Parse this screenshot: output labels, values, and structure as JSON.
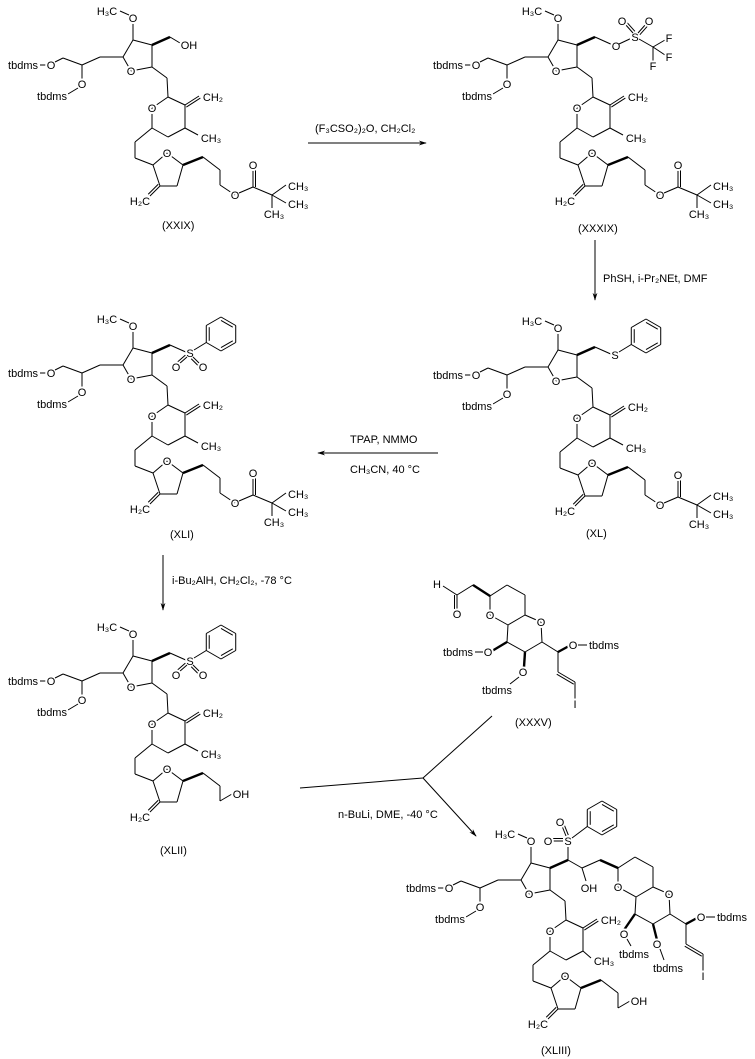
{
  "compounds": {
    "XXIX": "(XXIX)",
    "XXXIX": "(XXXIX)",
    "XL": "(XL)",
    "XLI": "(XLI)",
    "XLII": "(XLII)",
    "XXXV": "(XXXV)",
    "XLIII": "(XLIII)"
  },
  "reactions": {
    "triflation": "(F₃CSO₂)₂O, CH₂Cl₂",
    "thiolation": "PhSH, i-Pr₂NEt, DMF",
    "oxidation_top": "TPAP, NMMO",
    "oxidation_bottom": "CH₃CN, 40 °C",
    "reduction": "i-Bu₂AlH, CH₂Cl₂, -78 °C",
    "coupling": "n-BuLi, DME, -40 °C"
  },
  "atom_labels": {
    "tbdms": "tbdms",
    "O": "O",
    "OH": "OH",
    "CH2": "CH₂",
    "CH3": "CH₃",
    "H3C": "H₃C",
    "H2C": "H₂C",
    "S": "S",
    "F": "F",
    "I": "I",
    "H": "H"
  }
}
